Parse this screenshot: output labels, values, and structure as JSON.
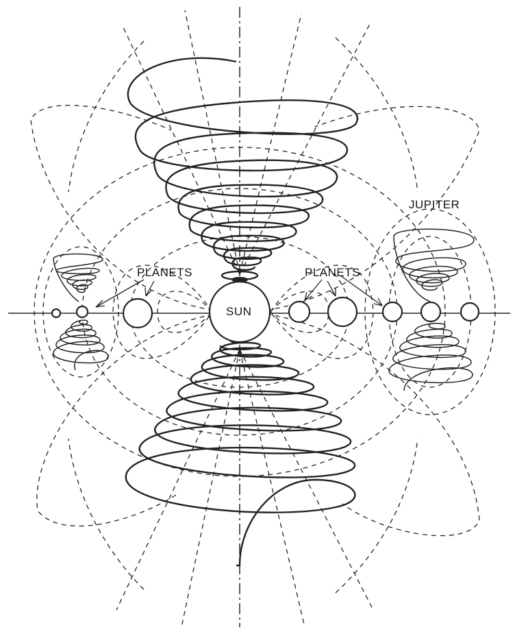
{
  "labels": {
    "sun": "SUN",
    "planets_left": "PLANETS",
    "planets_right": "PLANETS",
    "jupiter": "JUPITER"
  },
  "colors": {
    "ink": "#222222",
    "paper": "#ffffff"
  }
}
